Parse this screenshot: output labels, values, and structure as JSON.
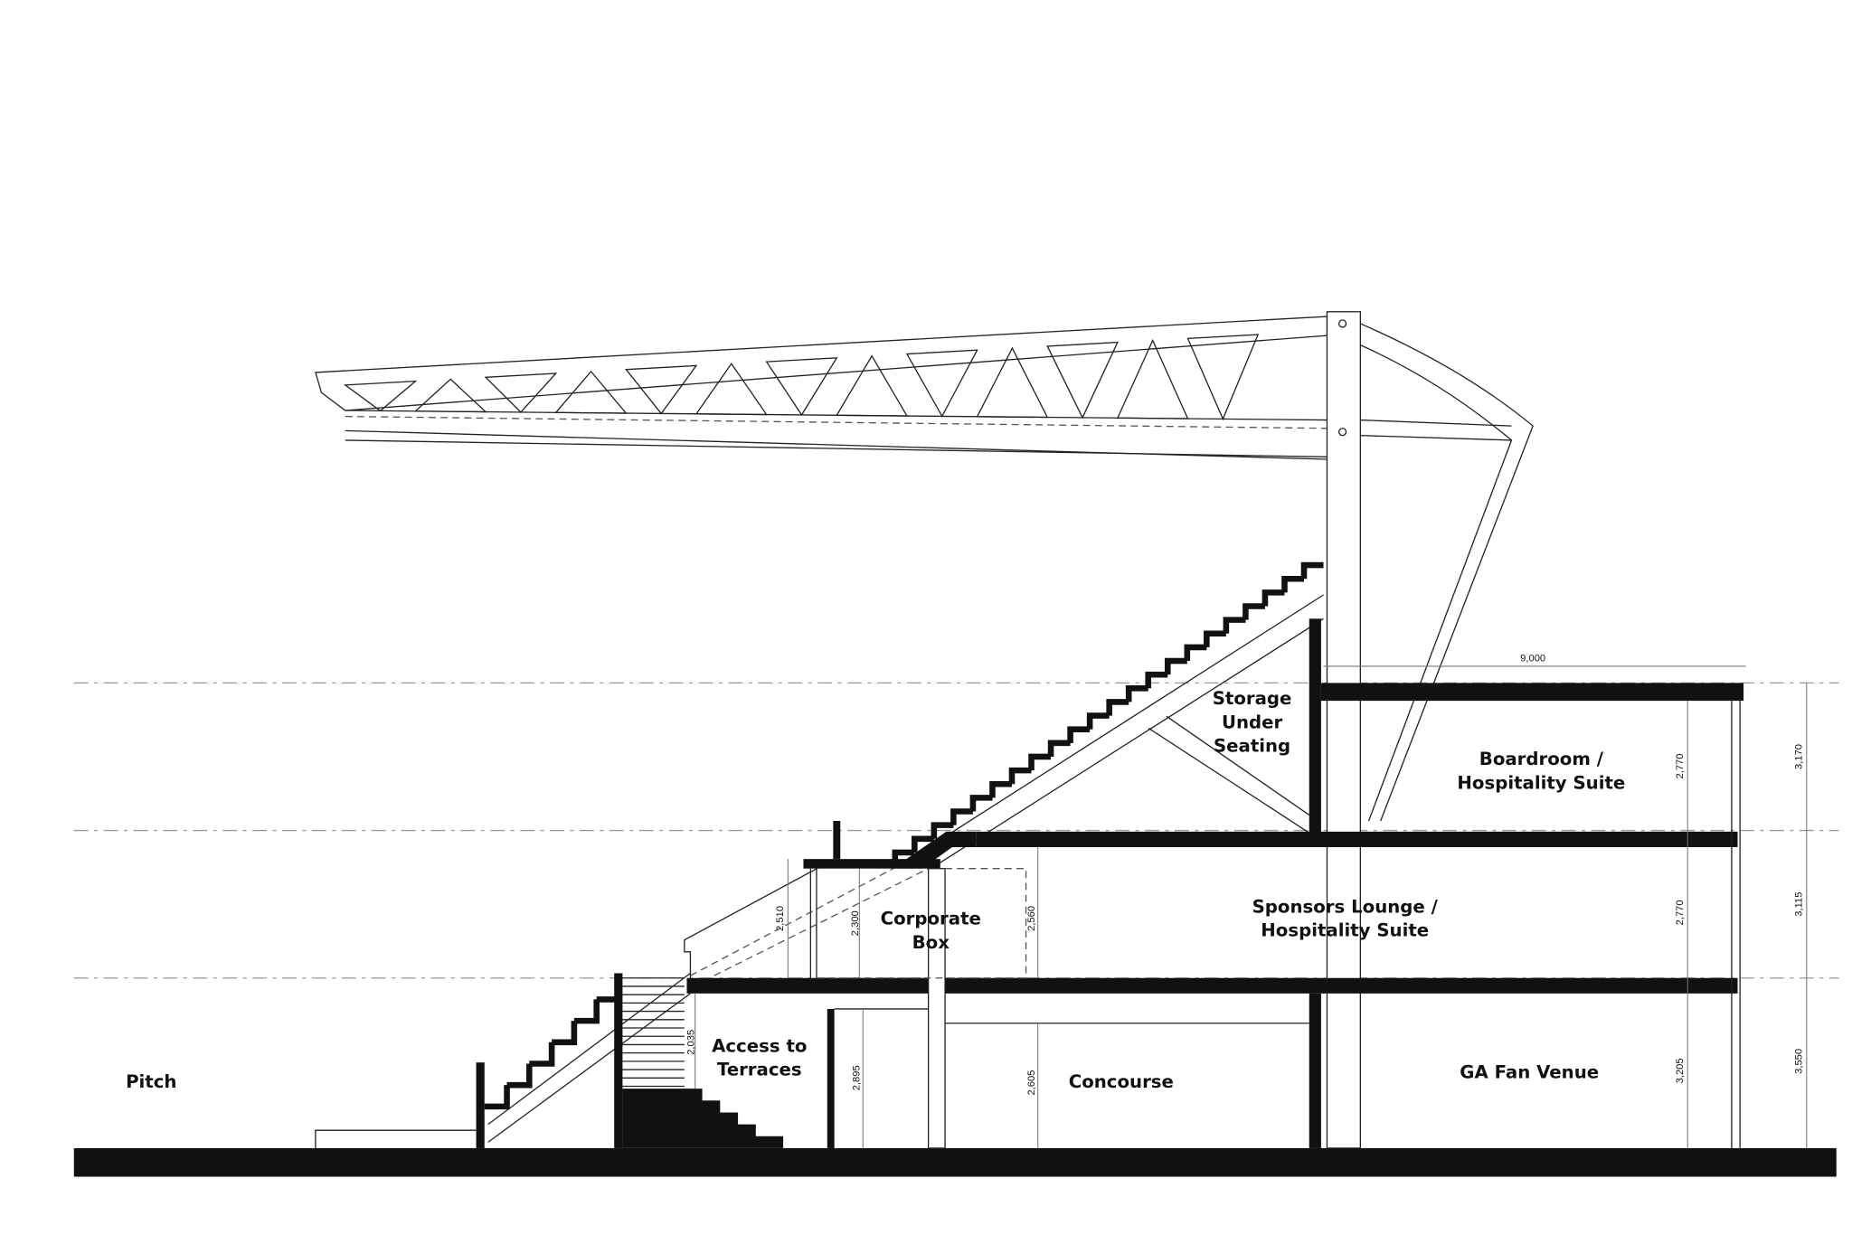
{
  "title": "Stadium Stand Section",
  "spaces": {
    "pitch": "Pitch",
    "access": [
      "Access to",
      "Terraces"
    ],
    "corporate_box": [
      "Corporate",
      "Box"
    ],
    "concourse": "Concourse",
    "storage": [
      "Storage",
      "Under",
      "Seating"
    ],
    "boardroom": [
      "Boardroom /",
      "Hospitality Suite"
    ],
    "sponsors": [
      "Sponsors Lounge /",
      "Hospitality Suite"
    ],
    "ga_fan": "GA Fan Venue"
  },
  "dimensions": {
    "roof_width": "9,000",
    "floor_to_floor_top": "3,170",
    "floor_to_floor_mid": "3,115",
    "floor_to_floor_ground": "3,550",
    "clear_top": "2,770",
    "clear_mid": "2,770",
    "clear_ground": "3,205",
    "box_front": "2,510",
    "box_inner": "2,300",
    "box_back": "2,560",
    "access_stair": "2,035",
    "access_ceiling": "2,895",
    "concourse_ceiling": "2,605"
  }
}
